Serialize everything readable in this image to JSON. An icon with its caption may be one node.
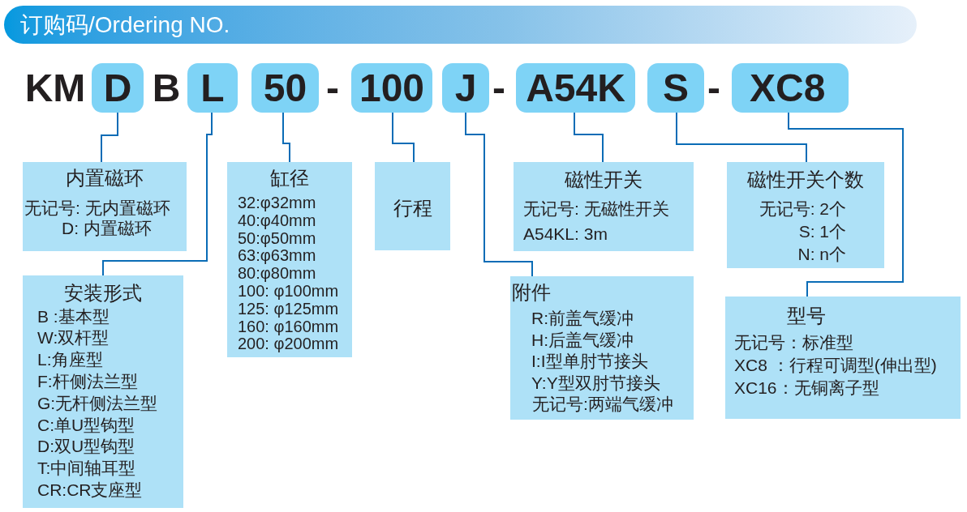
{
  "diagram": {
    "title": "订购码/Ordering NO.",
    "nodes": [
      {
        "text": [
          "D"
        ]
      },
      {
        "text": [
          "L"
        ]
      },
      {
        "text": [
          "50"
        ]
      },
      {
        "text": [
          "100"
        ]
      },
      {
        "text": [
          "J"
        ]
      },
      {
        "text": [
          "A54K"
        ]
      },
      {
        "text": [
          "S"
        ]
      },
      {
        "text": [
          "XC8"
        ]
      },
      {
        "text": [
          "内置磁环",
          "无记号: 无内置磁环",
          "D: 内置磁环"
        ]
      },
      {
        "text": [
          "缸径",
          "32:φ32mm",
          "40:φ40mm",
          "50:φ50mm",
          "63:φ63mm",
          "80:φ80mm",
          "100: φ100mm",
          "125: φ125mm",
          "160: φ160mm",
          "200: φ200mm"
        ]
      },
      {
        "text": [
          "行程"
        ]
      },
      {
        "text": [
          "磁性开关",
          "无记号: 无磁性开关",
          "A54KL: 3m"
        ]
      },
      {
        "text": [
          "磁性开关个数",
          "无记号: 2个",
          "S: 1个",
          "N: n个"
        ]
      },
      {
        "text": [
          "安装形式",
          "B :基本型",
          "W:双杆型",
          "L:角座型",
          "F:杆侧法兰型",
          "G:无杆侧法兰型",
          "C:单U型钩型",
          "D:双U型钩型",
          "T:中间轴耳型",
          "CR:CR支座型"
        ]
      },
      {
        "text": [
          "附件",
          "R:前盖气缓冲",
          "H:后盖气缓冲",
          "I:I型单肘节接头",
          "Y:Y型双肘节接头",
          "无记号:两端气缓冲"
        ]
      },
      {
        "text": [
          "型号",
          "无记号：标准型",
          "XC8 ：行程可调型(伸出型)",
          "XC16：无铜离子型"
        ]
      }
    ],
    "edges": [
      {
        "from": 0,
        "to": 8,
        "arrow": "none"
      },
      {
        "from": 1,
        "to": 13,
        "arrow": "none"
      },
      {
        "from": 2,
        "to": 9,
        "arrow": "none"
      },
      {
        "from": 3,
        "to": 10,
        "arrow": "none"
      },
      {
        "from": 4,
        "to": 14,
        "arrow": "none"
      },
      {
        "from": 5,
        "to": 11,
        "arrow": "none"
      },
      {
        "from": 6,
        "to": 12,
        "arrow": "none"
      },
      {
        "from": 7,
        "to": 15,
        "arrow": "none"
      }
    ],
    "labels": [
      "KM",
      "B",
      "-",
      "-",
      "-"
    ]
  }
}
